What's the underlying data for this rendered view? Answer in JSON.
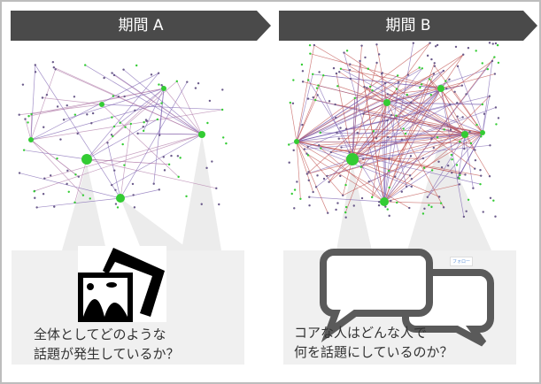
{
  "periods": [
    {
      "label": "期間 A",
      "question_lines": [
        "全体としてどのような",
        "話題が発生しているか？"
      ],
      "icon": "photo-icon"
    },
    {
      "label": "期間 B",
      "question_lines": [
        "コアな人はどんな人で",
        "何を話題にしているのか？"
      ],
      "icon": "speech-bubbles-icon",
      "follow_button": "フォロー"
    }
  ],
  "colors": {
    "banner": "#4a4a4a",
    "panel": "#f0f0f0",
    "callout": "#ececec",
    "node_hub": "#33cc33",
    "node": "#6a5a8a",
    "edge_a": "#b07aa8",
    "edge_b": "#c0504d",
    "bubble": "#5a5a5a"
  }
}
